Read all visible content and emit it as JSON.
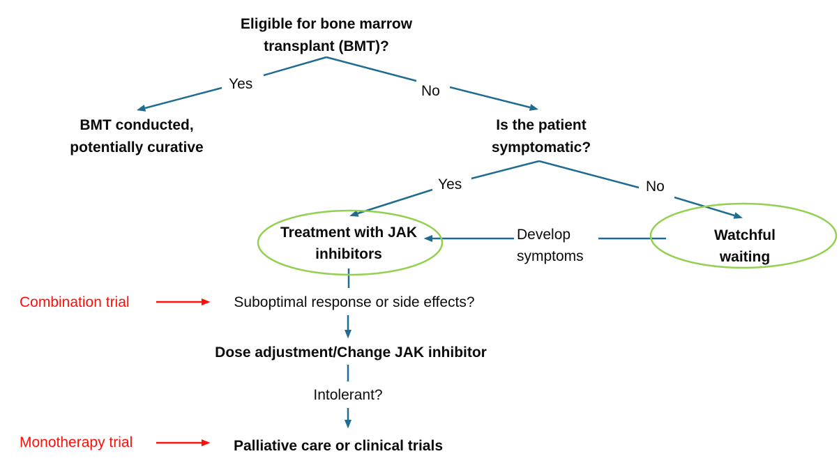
{
  "colors": {
    "line": "#1F6B91",
    "ellipse": "#92D050",
    "red": "#FF0F0A",
    "text": "#0B0B0B",
    "bg": "#FFFFFF"
  },
  "nodes": {
    "root_question": {
      "text": "Eligible for bone marrow\ntransplant (BMT)?"
    },
    "bmt_outcome": {
      "text": "BMT conducted,\npotentially curative"
    },
    "symptomatic_question": {
      "text": "Is the patient\nsymptomatic?"
    },
    "jak_treatment": {
      "text": "Treatment with JAK\ninhibitors"
    },
    "watchful_waiting": {
      "text": "Watchful waiting"
    },
    "develop_symptoms": {
      "text": "Develop\nsymptoms"
    },
    "suboptimal_question": {
      "text": "Suboptimal response or side effects?"
    },
    "dose_adjustment": {
      "text": "Dose adjustment/Change JAK inhibitor"
    },
    "intolerant_question": {
      "text": "Intolerant?"
    },
    "palliative_care": {
      "text": "Palliative care or clinical trials"
    },
    "combination_trial": {
      "text": "Combination trial"
    },
    "monotherapy_trial": {
      "text": "Monotherapy trial"
    }
  },
  "edge_labels": {
    "root_yes": "Yes",
    "root_no": "No",
    "symptomatic_yes": "Yes",
    "symptomatic_no": "No"
  }
}
